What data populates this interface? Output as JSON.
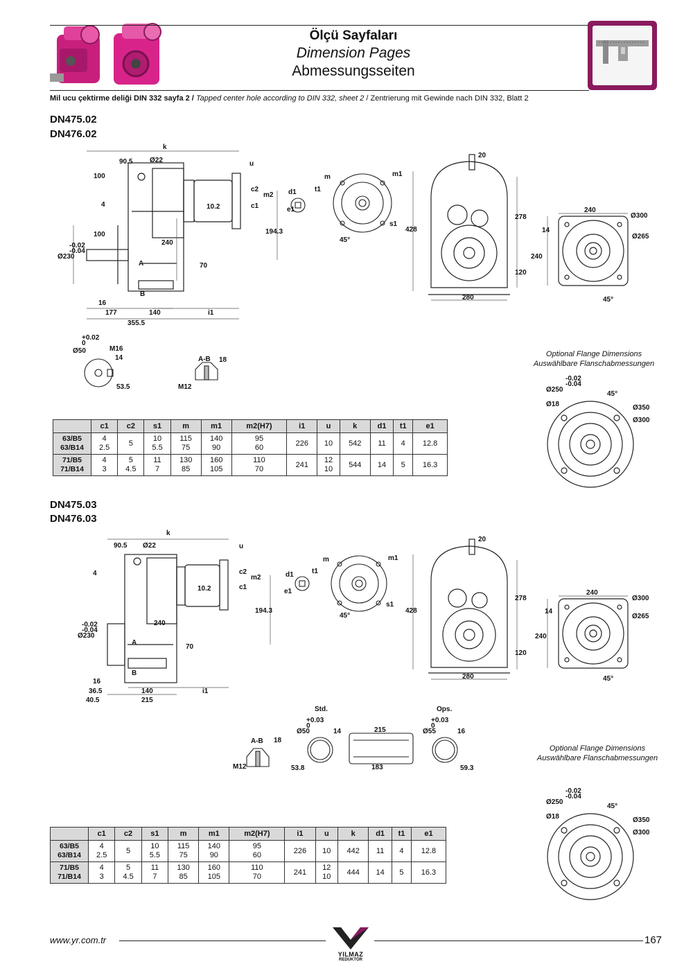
{
  "header": {
    "title_tr": "Ölçü Sayfaları",
    "title_en": "Dimension Pages",
    "title_de": "Abmessungsseiten",
    "note_tr": "Mil ucu çektirme deliği DIN 332 sayfa 2 /",
    "note_en": "Tapped center hole according to DIN 332, sheet 2",
    "note_sep": "/",
    "note_de": "Zentrierung mit Gewinde nach DIN 332, Blatt 2",
    "icon": "caliper-icon"
  },
  "section1": {
    "model_a": "DN475.02",
    "model_b": "DN476.02",
    "dims": {
      "k": "k",
      "d90_5": "90.5",
      "d22": "Ø22",
      "u": "u",
      "d100a": "100",
      "c2": "c2",
      "m2": "m2",
      "d4": "4",
      "d10_2": "10.2",
      "c1": "c1",
      "d100b": "100",
      "d194_3": "194.3",
      "tol": "-0.02\n-0.04",
      "d230": "Ø230",
      "d240": "240",
      "A": "A",
      "d70": "70",
      "B": "B",
      "d16": "16",
      "d177": "177",
      "d140": "140",
      "i1": "i1",
      "d355_5": "355.5",
      "d1": "d1",
      "t1": "t1",
      "e1": "e1",
      "m": "m",
      "m1": "m1",
      "s1": "s1",
      "d45": "45°",
      "d20": "20",
      "d428": "428",
      "d278": "278",
      "d120": "120",
      "d280": "280",
      "f240a": "240",
      "f14": "14",
      "f300": "Ø300",
      "f265": "Ø265",
      "f240b": "240",
      "f45": "45°"
    },
    "shaft": {
      "tol": "+0.02\n0",
      "dia": "Ø50",
      "m16": "M16",
      "d14": "14",
      "d53_5": "53.5",
      "ab": "A-B",
      "d18": "18",
      "m12": "M12"
    },
    "optional_en": "Optional Flange Dimensions",
    "optional_de": "Auswählbare Flanschabmessungen",
    "flange": {
      "tol": "-0.02\n-0.04",
      "d250": "Ø250",
      "d45": "45°",
      "d18": "Ø18",
      "d350": "Ø350",
      "d300": "Ø300"
    },
    "table": {
      "headers": [
        "",
        "c1",
        "c2",
        "s1",
        "m",
        "m1",
        "m2(H7)",
        "i1",
        "u",
        "k",
        "d1",
        "t1",
        "e1"
      ],
      "rows": [
        {
          "label": [
            "63/B5",
            "63/B14"
          ],
          "c1": [
            "4",
            "2.5"
          ],
          "c2": "5",
          "s1": [
            "10",
            "5.5"
          ],
          "m": [
            "115",
            "75"
          ],
          "m1": [
            "140",
            "90"
          ],
          "m2": [
            "95",
            "60"
          ],
          "i1": "226",
          "u": "10",
          "k": "542",
          "d1": "11",
          "t1": "4",
          "e1": "12.8"
        },
        {
          "label": [
            "71/B5",
            "71/B14"
          ],
          "c1": [
            "4",
            "3"
          ],
          "c2": [
            "5",
            "4.5"
          ],
          "s1": [
            "11",
            "7"
          ],
          "m": [
            "130",
            "85"
          ],
          "m1": [
            "160",
            "105"
          ],
          "m2": [
            "110",
            "70"
          ],
          "i1": "241",
          "u": [
            "12",
            "10"
          ],
          "k": "544",
          "d1": "14",
          "t1": "5",
          "e1": "16.3"
        }
      ]
    }
  },
  "section2": {
    "model_a": "DN475.03",
    "model_b": "DN476.03",
    "dims": {
      "k": "k",
      "d90_5": "90.5",
      "d22": "Ø22",
      "u": "u",
      "d4": "4",
      "c2": "c2",
      "m2": "m2",
      "d10_2": "10.2",
      "c1": "c1",
      "d194_3": "194.3",
      "tol": "-0.02\n-0.04",
      "d230": "Ø230",
      "d240": "240",
      "A": "A",
      "d70": "70",
      "B": "B",
      "d16": "16",
      "d36_5": "36.5",
      "d140": "140",
      "i1": "i1",
      "d40_5": "40.5",
      "d215": "215",
      "d1": "d1",
      "t1": "t1",
      "e1": "e1",
      "m": "m",
      "m1": "m1",
      "s1": "s1",
      "d45": "45°",
      "d20": "20",
      "d428": "428",
      "d278": "278",
      "d120": "120",
      "d280": "280",
      "f240a": "240",
      "f14": "14",
      "f300": "Ø300",
      "f265": "Ø265",
      "f240b": "240",
      "f45": "45°"
    },
    "shaft": {
      "std": "Std.",
      "ops": "Ops.",
      "tol_std": "+0.03\n0",
      "dia_std": "Ø50",
      "d14": "14",
      "d215": "215",
      "tol_ops": "+0.03\n0",
      "dia_ops": "Ø55",
      "d16": "16",
      "ab": "A-B",
      "d18": "18",
      "m12": "M12",
      "d53_8": "53.8",
      "d183": "183",
      "d59_3": "59.3"
    },
    "optional_en": "Optional Flange Dimensions",
    "optional_de": "Auswählbare Flanschabmessungen",
    "flange": {
      "tol": "-0.02\n-0.04",
      "d250": "Ø250",
      "d45": "45°",
      "d18": "Ø18",
      "d350": "Ø350",
      "d300": "Ø300"
    },
    "table": {
      "headers": [
        "",
        "c1",
        "c2",
        "s1",
        "m",
        "m1",
        "m2(H7)",
        "i1",
        "u",
        "k",
        "d1",
        "t1",
        "e1"
      ],
      "rows": [
        {
          "label": [
            "63/B5",
            "63/B14"
          ],
          "c1": [
            "4",
            "2.5"
          ],
          "c2": "5",
          "s1": [
            "10",
            "5.5"
          ],
          "m": [
            "115",
            "75"
          ],
          "m1": [
            "140",
            "90"
          ],
          "m2": [
            "95",
            "60"
          ],
          "i1": "226",
          "u": "10",
          "k": "442",
          "d1": "11",
          "t1": "4",
          "e1": "12.8"
        },
        {
          "label": [
            "71/B5",
            "71/B14"
          ],
          "c1": [
            "4",
            "3"
          ],
          "c2": [
            "5",
            "4.5"
          ],
          "s1": [
            "11",
            "7"
          ],
          "m": [
            "130",
            "85"
          ],
          "m1": [
            "160",
            "105"
          ],
          "m2": [
            "110",
            "70"
          ],
          "i1": "241",
          "u": [
            "12",
            "10"
          ],
          "k": "444",
          "d1": "14",
          "t1": "5",
          "e1": "16.3"
        }
      ]
    }
  },
  "footer": {
    "url": "www.yr.com.tr",
    "page": "167",
    "logo": "YILMAZ",
    "logo_sub": "REDÜKTÖR"
  },
  "colors": {
    "accent": "#8a1a5e",
    "product": "#d8248a",
    "table_head": "#d9d9d9"
  }
}
